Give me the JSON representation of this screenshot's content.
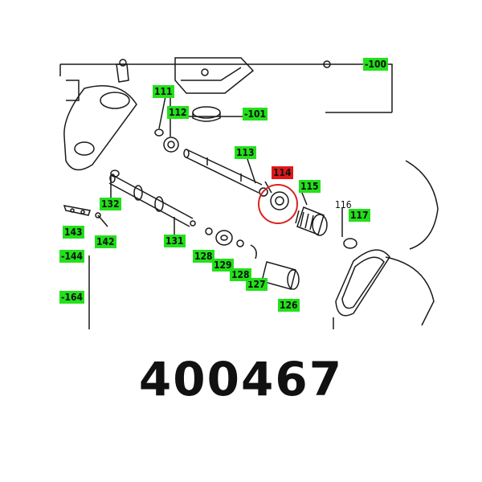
{
  "colors": {
    "label_green": "#22e11a",
    "highlight_red": "#e01818",
    "circle_red": "#d9231d",
    "line": "#1a1a1a"
  },
  "labels": {
    "l100": "-100",
    "l101": "-101",
    "l111": "111",
    "l112": "112",
    "l113": "113",
    "l114": "114",
    "l115": "115",
    "l116": "116",
    "l117": "117",
    "l126": "126",
    "l127": "127",
    "l128a": "128",
    "l128b": "128",
    "l129": "129",
    "l131": "131",
    "l132": "132",
    "l142": "142",
    "l143": "143",
    "l144": "-144",
    "l164": "-164"
  },
  "part_number": "400467"
}
